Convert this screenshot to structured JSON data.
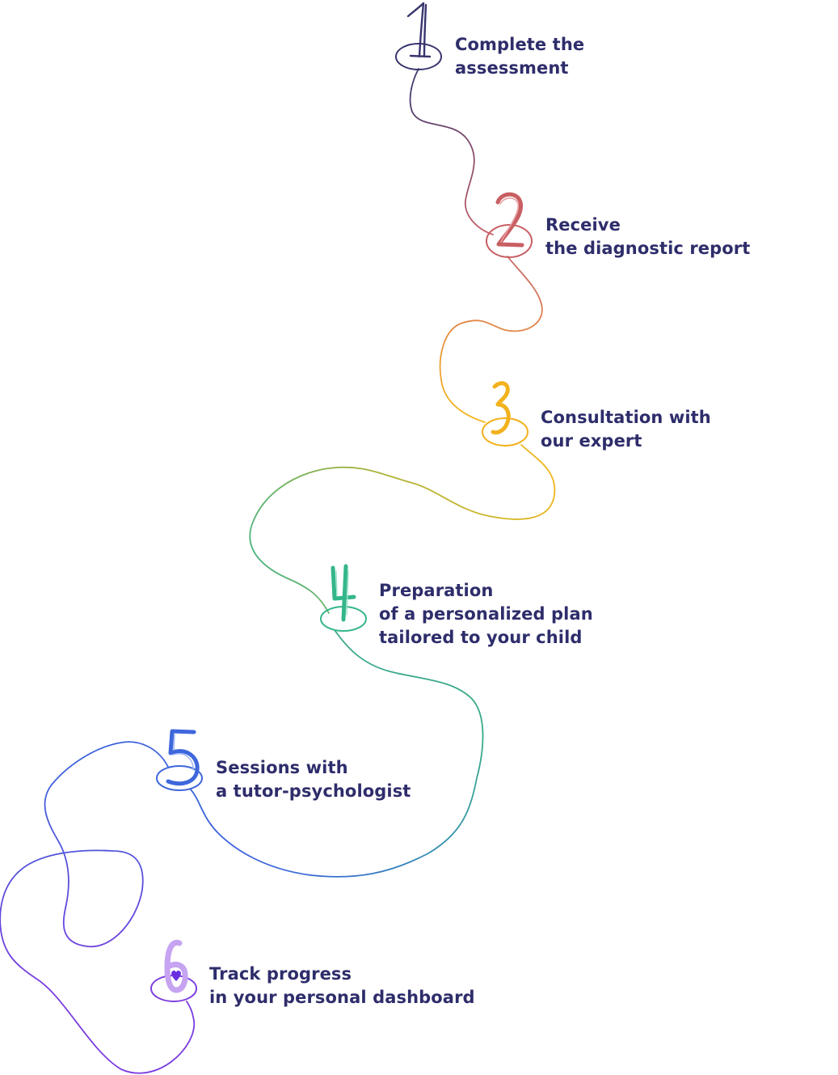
{
  "steps": [
    {
      "number": "1",
      "color": "#38356f",
      "lines": [
        "Complete the",
        "assessment"
      ]
    },
    {
      "number": "2",
      "color": "#c85f63",
      "lines": [
        "Receive",
        "the diagnostic report"
      ]
    },
    {
      "number": "3",
      "color": "#f2b21d",
      "lines": [
        "Consultation with",
        "our expert"
      ]
    },
    {
      "number": "4",
      "color": "#34b68c",
      "lines": [
        "Preparation",
        "of a personalized plan",
        "tailored to your child"
      ]
    },
    {
      "number": "5",
      "color": "#3f67dc",
      "lines": [
        "Sessions with",
        "a tutor-psychologist"
      ]
    },
    {
      "number": "6",
      "color": "#a77ee6",
      "lines": [
        "Track progress",
        "in your personal dashboard"
      ]
    }
  ]
}
